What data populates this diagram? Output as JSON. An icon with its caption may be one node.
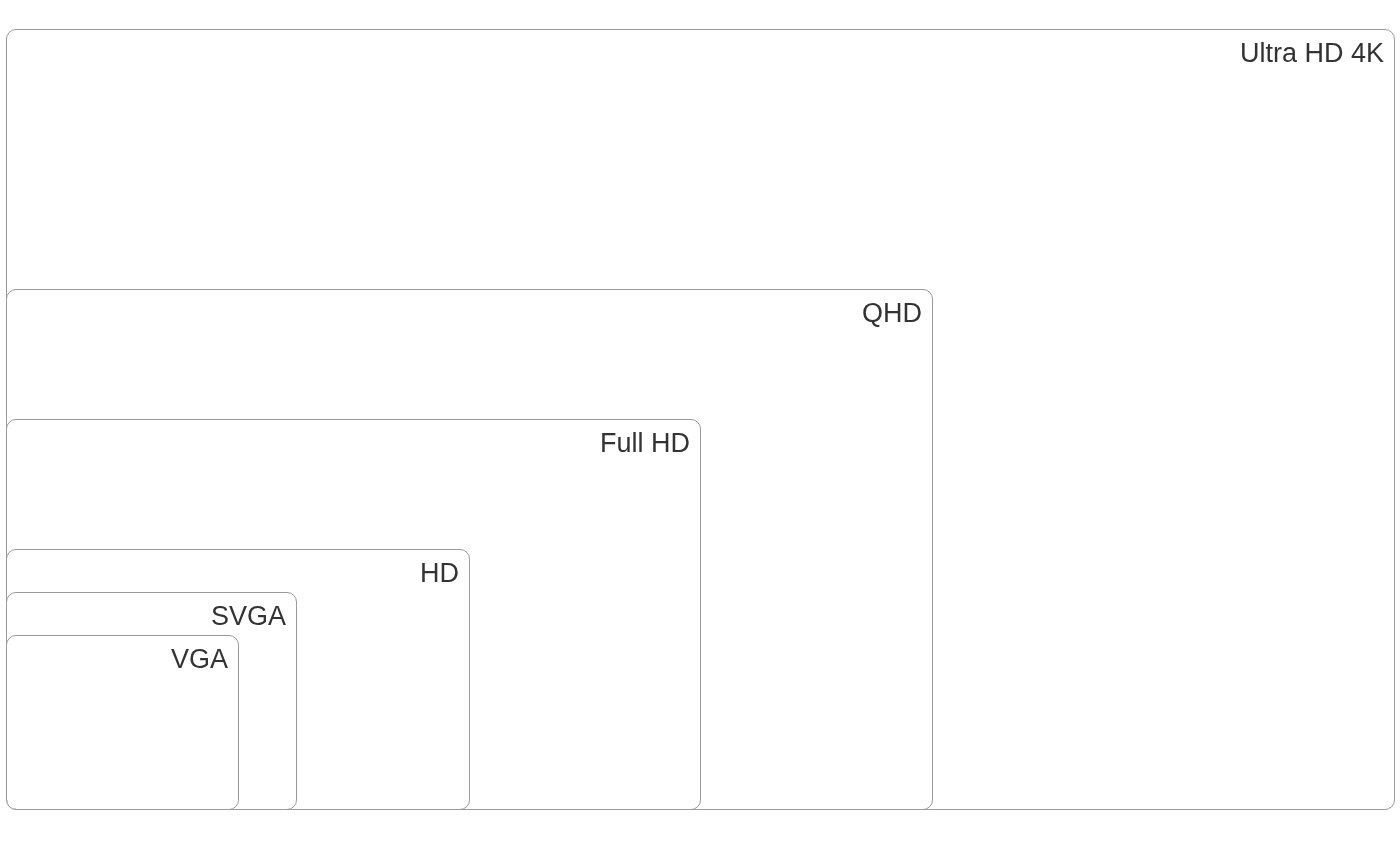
{
  "diagram": {
    "nodes": [
      {
        "text": [
          "Ultra HD 4K"
        ]
      },
      {
        "text": [
          "QHD"
        ],
        "in": 0
      },
      {
        "text": [
          "Full HD"
        ],
        "in": 1
      },
      {
        "text": [
          "HD"
        ],
        "in": 2
      },
      {
        "text": [
          "SVGA"
        ],
        "in": 3
      },
      {
        "text": [
          "VGA"
        ],
        "in": 4
      }
    ]
  }
}
